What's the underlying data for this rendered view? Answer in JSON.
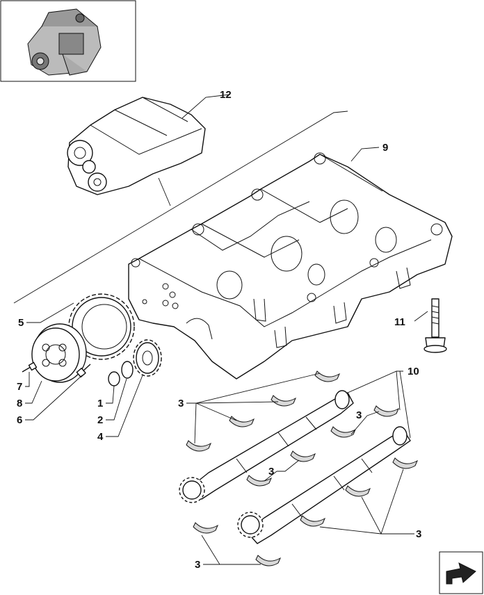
{
  "callouts": [
    {
      "id": "c1",
      "label": "1"
    },
    {
      "id": "c2",
      "label": "2"
    },
    {
      "id": "c3a",
      "label": "3"
    },
    {
      "id": "c3b",
      "label": "3"
    },
    {
      "id": "c3c",
      "label": "3"
    },
    {
      "id": "c3d",
      "label": "3"
    },
    {
      "id": "c3e",
      "label": "3"
    },
    {
      "id": "c4",
      "label": "4"
    },
    {
      "id": "c5",
      "label": "5"
    },
    {
      "id": "c6",
      "label": "6"
    },
    {
      "id": "c7",
      "label": "7"
    },
    {
      "id": "c8",
      "label": "8"
    },
    {
      "id": "c9",
      "label": "9"
    },
    {
      "id": "c10",
      "label": "10"
    },
    {
      "id": "c11",
      "label": "11"
    },
    {
      "id": "c12",
      "label": "12"
    }
  ],
  "icons": {
    "thumbnail": "engine-thumbnail-icon",
    "navigation": "next-page-arrow-icon"
  }
}
